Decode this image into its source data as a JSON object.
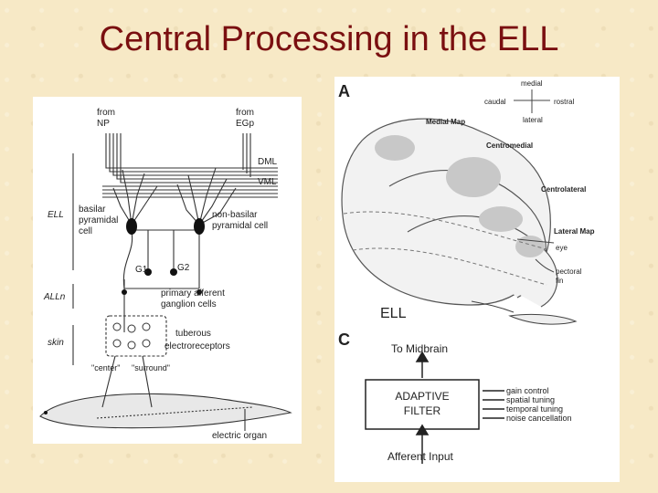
{
  "slide": {
    "title": "Central Processing in the ELL"
  },
  "left": {
    "from_np_1": "from",
    "from_np_2": "NP",
    "from_egp_1": "from",
    "from_egp_2": "EGp",
    "dml": "DML",
    "vml": "VML",
    "ell": "ELL",
    "basilar_1": "basilar",
    "basilar_2": "pyramidal",
    "basilar_3": "cell",
    "nonbasilar_1": "non-basilar",
    "nonbasilar_2": "pyramidal cell",
    "g1": "G1",
    "g2": "G2",
    "alln": "ALLn",
    "afferent_1": "primary afferent",
    "afferent_2": "ganglion cells",
    "skin": "skin",
    "tuberous_1": "tuberous",
    "tuberous_2": "electroreceptors",
    "center": "\"center\"",
    "surround": "\"surround\"",
    "electric_organ": "electric organ"
  },
  "right": {
    "label_a": "A",
    "label_c": "C",
    "medial": "medial",
    "caudal": "caudal",
    "rostral": "rostral",
    "lateral": "lateral",
    "medial_map": "Medial Map",
    "centromedial": "Centromedial",
    "centrolateral": "Centrolateral",
    "lateral_map": "Lateral Map",
    "eye": "eye",
    "pectoral_1": "pectoral",
    "pectoral_2": "fin",
    "ell": "ELL",
    "to_midbrain": "To Midbrain",
    "filter_1": "ADAPTIVE",
    "filter_2": "FILTER",
    "gain_control": "gain control",
    "spatial_tuning": "spatial tuning",
    "temporal_tuning": "temporal tuning",
    "noise_cancellation": "noise cancellation",
    "afferent_input": "Afferent Input"
  }
}
